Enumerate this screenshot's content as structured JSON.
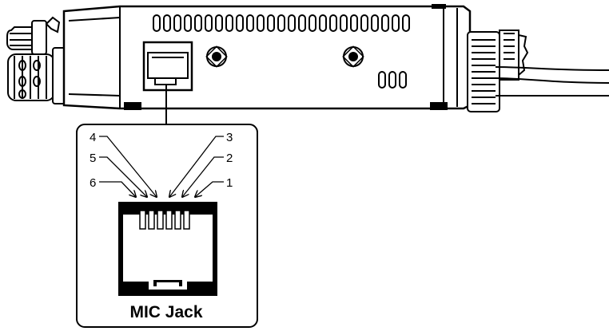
{
  "callout": {
    "title": "MIC Jack"
  },
  "pins": [
    {
      "label": "1"
    },
    {
      "label": "2"
    },
    {
      "label": "3"
    },
    {
      "label": "4"
    },
    {
      "label": "5"
    },
    {
      "label": "6"
    }
  ],
  "colors": {
    "ink": "#000000",
    "body_fill": "#ffffff",
    "background": "#ffffff"
  }
}
